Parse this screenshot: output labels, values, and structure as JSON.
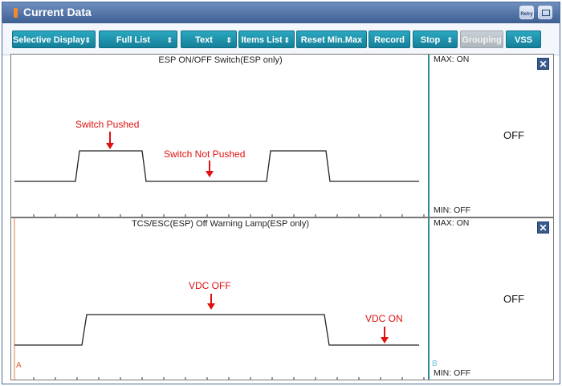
{
  "window": {
    "title": "Current Data",
    "retry_label": "Retry"
  },
  "toolbar": {
    "buttons": [
      {
        "label": "Selective Display",
        "dropdown": true
      },
      {
        "label": "Full List",
        "dropdown": true
      },
      {
        "label": "Text",
        "dropdown": true
      },
      {
        "label": "Items List",
        "dropdown": true
      },
      {
        "label": "Reset Min.Max",
        "dropdown": false
      },
      {
        "label": "Record",
        "dropdown": false
      },
      {
        "label": "Stop",
        "dropdown": true
      },
      {
        "label": "Grouping",
        "dropdown": false,
        "disabled": true
      },
      {
        "label": "VSS",
        "dropdown": false
      }
    ],
    "dropdown_glyph": "⇕"
  },
  "panels": [
    {
      "title": "ESP ON/OFF Switch(ESP only)",
      "max_label": "MAX: ON",
      "min_label": "MIN: OFF",
      "current_value": "OFF",
      "close_glyph": "✕",
      "annotations": [
        "Switch Pushed",
        "Switch Not Pushed"
      ]
    },
    {
      "title": "TCS/ESC(ESP) Off Warning Lamp(ESP only)",
      "max_label": "MAX: ON",
      "min_label": "MIN: OFF",
      "current_value": "OFF",
      "close_glyph": "✕",
      "annotations": [
        "VDC OFF",
        "VDC ON"
      ],
      "cursor_a": "A",
      "cursor_b": "B"
    }
  ],
  "colors": {
    "accent": "#1a93ad",
    "title_bar": "#4e6fa3",
    "annotation": "#e01010",
    "signal": "#222222"
  }
}
